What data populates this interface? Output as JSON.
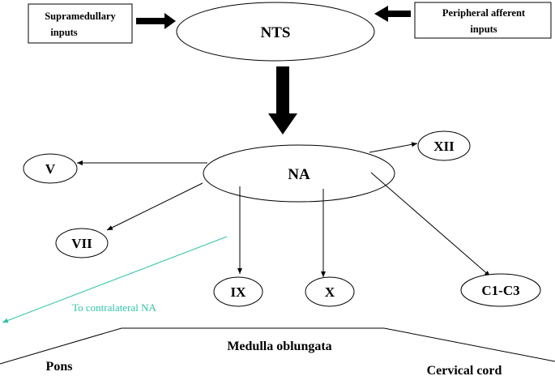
{
  "inputs": {
    "left": [
      "Supramedullary",
      "inputs"
    ],
    "right": [
      "Peripheral afferent",
      "inputs"
    ]
  },
  "nuclei": {
    "nts": "NTS",
    "na": "NA"
  },
  "targets": {
    "v": "V",
    "vii": "VII",
    "ix": "IX",
    "x": "X",
    "xii": "XII",
    "c1c3": "C1-C3"
  },
  "contralateral": "To contralateral NA",
  "regions": {
    "medulla": "Medulla oblungata",
    "pons": "Pons",
    "cervical": "Cervical cord"
  },
  "colors": {
    "ink": "#000000",
    "contralateral": "#2ec4a6"
  }
}
